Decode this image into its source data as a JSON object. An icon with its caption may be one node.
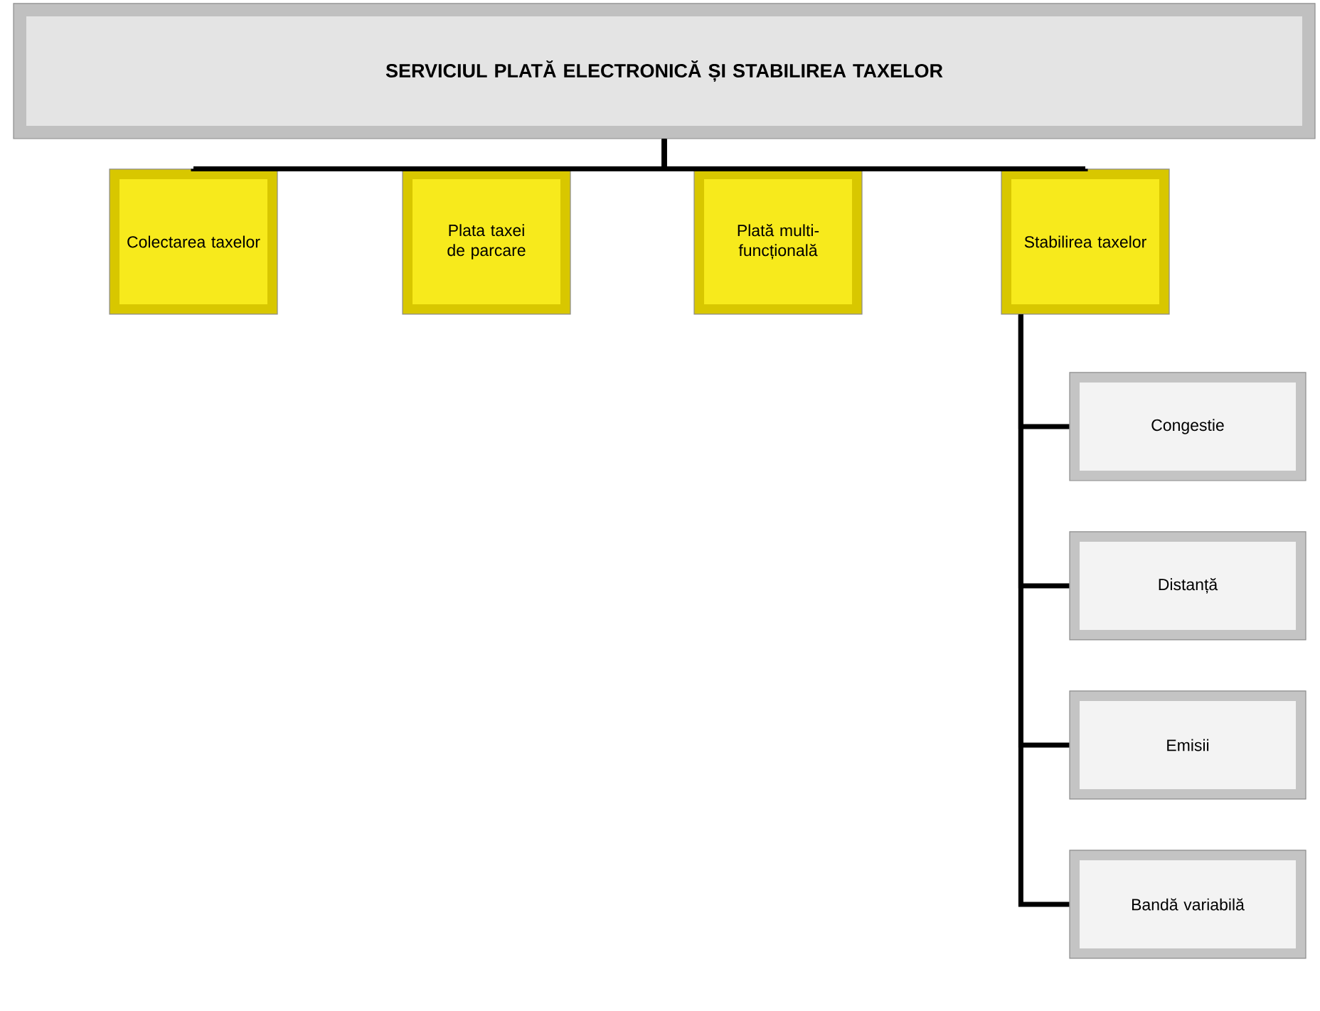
{
  "diagram": {
    "nodes": [
      {
        "text": [
          "SERVICIUL PLATĂ ELECTRONICĂ ȘI STABILIREA TAXELOR"
        ]
      },
      {
        "text": [
          "Colectarea taxelor"
        ]
      },
      {
        "text": [
          "Plata taxei de parcare"
        ]
      },
      {
        "text": [
          "Plată multi-funcțională"
        ]
      },
      {
        "text": [
          "Stabilirea taxelor"
        ]
      },
      {
        "text": [
          "Congestie"
        ]
      },
      {
        "text": [
          "Distanță"
        ]
      },
      {
        "text": [
          "Emisii"
        ]
      },
      {
        "text": [
          "Bandă variabilă"
        ]
      }
    ],
    "edges": [
      {
        "from": 0,
        "to": 1,
        "arrow": "none"
      },
      {
        "from": 0,
        "to": 2,
        "arrow": "none"
      },
      {
        "from": 0,
        "to": 3,
        "arrow": "none"
      },
      {
        "from": 0,
        "to": 4,
        "arrow": "none"
      },
      {
        "from": 4,
        "to": 5,
        "arrow": "none"
      },
      {
        "from": 4,
        "to": 6,
        "arrow": "none"
      },
      {
        "from": 4,
        "to": 7,
        "arrow": "none"
      },
      {
        "from": 4,
        "to": 8,
        "arrow": "none"
      }
    ]
  }
}
